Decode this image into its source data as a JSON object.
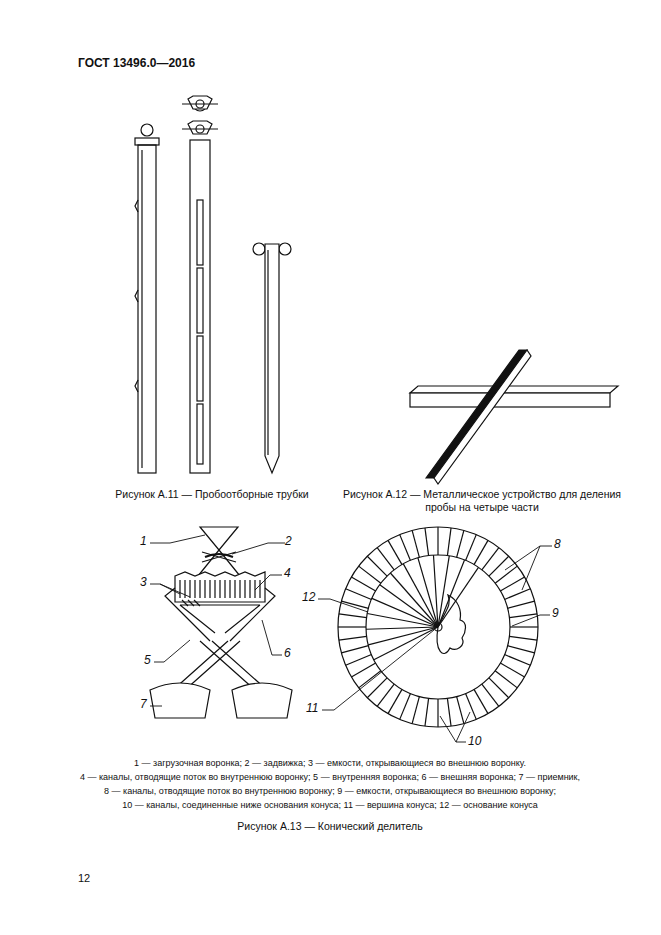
{
  "diagram": {
    "labels": [
      "ГОСТ 13496.0—2016",
      "Рисунок А.11 — Пробоотборные трубки",
      "Рисунок А.12 — Металлическое устройство для деления пробы на четыре части",
      "1",
      "2",
      "3",
      "4",
      "5",
      "6",
      "7",
      "8",
      "9",
      "12",
      "11",
      "10",
      "1 — загрузочная воронка; 2 — задвижка; 3 — емкости, открывающиеся во внешнюю воронку.",
      "4 — каналы, отводящие поток во внутреннюю воронку; 5 — внутренняя воронка; 6 — внешняя воронка; 7 — приемник,",
      "8 — каналы, отводящие поток во внутреннюю воронку; 9 — емкости, открывающиеся во внешнюю воронку;",
      "10 — каналы, соединенные ниже основания конуса; 11 — вершина конуса; 12 — основание конуса",
      "Рисунок А.13 — Конический делитель",
      "12"
    ]
  }
}
